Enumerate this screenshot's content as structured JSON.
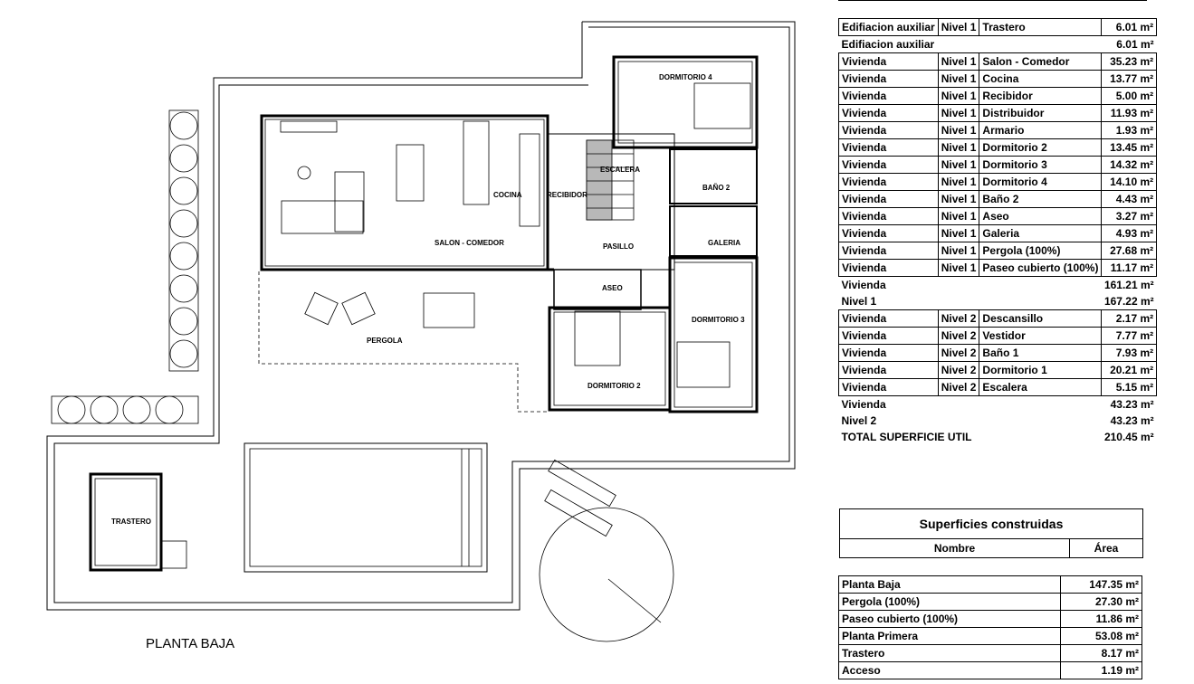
{
  "plan": {
    "title": "PLANTA BAJA",
    "rooms": {
      "dormitorio4": "DORMITORIO 4",
      "cocina": "COCINA",
      "recibidor": "RECIBIDOR",
      "escalera": "ESCALERA",
      "bano2": "BAÑO 2",
      "salon": "SALON - COMEDOR",
      "pasillo": "PASILLO",
      "galeria": "GALERIA",
      "aseo": "ASEO",
      "dormitorio3": "DORMITORIO 3",
      "pergola": "PERGOLA",
      "dormitorio2": "DORMITORIO 2",
      "trastero": "TRASTERO"
    }
  },
  "useful_areas": {
    "rows": [
      {
        "type": "Edifiacion auxiliar",
        "level": "Nivel 1",
        "room": "Trastero",
        "area": "6.01 m²"
      },
      {
        "subtotal": "Edifiacion auxiliar",
        "area": "6.01 m²"
      },
      {
        "type": "Vivienda",
        "level": "Nivel 1",
        "room": "Salon - Comedor",
        "area": "35.23 m²"
      },
      {
        "type": "Vivienda",
        "level": "Nivel 1",
        "room": "Cocina",
        "area": "13.77 m²"
      },
      {
        "type": "Vivienda",
        "level": "Nivel 1",
        "room": "Recibidor",
        "area": "5.00 m²"
      },
      {
        "type": "Vivienda",
        "level": "Nivel 1",
        "room": "Distribuidor",
        "area": "11.93 m²"
      },
      {
        "type": "Vivienda",
        "level": "Nivel 1",
        "room": "Armario",
        "area": "1.93 m²"
      },
      {
        "type": "Vivienda",
        "level": "Nivel 1",
        "room": "Dormitorio 2",
        "area": "13.45 m²"
      },
      {
        "type": "Vivienda",
        "level": "Nivel 1",
        "room": "Dormitorio 3",
        "area": "14.32 m²"
      },
      {
        "type": "Vivienda",
        "level": "Nivel 1",
        "room": "Dormitorio 4",
        "area": "14.10 m²"
      },
      {
        "type": "Vivienda",
        "level": "Nivel 1",
        "room": "Baño 2",
        "area": "4.43 m²"
      },
      {
        "type": "Vivienda",
        "level": "Nivel 1",
        "room": "Aseo",
        "area": "3.27 m²"
      },
      {
        "type": "Vivienda",
        "level": "Nivel 1",
        "room": "Galeria",
        "area": "4.93 m²"
      },
      {
        "type": "Vivienda",
        "level": "Nivel 1",
        "room": "Pergola (100%)",
        "area": "27.68 m²"
      },
      {
        "type": "Vivienda",
        "level": "Nivel 1",
        "room": "Paseo cubierto (100%)",
        "area": "11.17 m²"
      },
      {
        "subtotal": "Vivienda",
        "area": "161.21 m²"
      },
      {
        "subtotal": "Nivel 1",
        "area": "167.22 m²"
      },
      {
        "type": "Vivienda",
        "level": "Nivel 2",
        "room": "Descansillo",
        "area": "2.17 m²"
      },
      {
        "type": "Vivienda",
        "level": "Nivel 2",
        "room": "Vestidor",
        "area": "7.77 m²"
      },
      {
        "type": "Vivienda",
        "level": "Nivel 2",
        "room": "Baño 1",
        "area": "7.93 m²"
      },
      {
        "type": "Vivienda",
        "level": "Nivel 2",
        "room": "Dormitorio 1",
        "area": "20.21 m²"
      },
      {
        "type": "Vivienda",
        "level": "Nivel 2",
        "room": "Escalera",
        "area": "5.15 m²"
      },
      {
        "subtotal": "Vivienda",
        "area": "43.23 m²"
      },
      {
        "subtotal": "Nivel 2",
        "area": "43.23 m²"
      },
      {
        "subtotal": "TOTAL SUPERFICIE UTIL",
        "area": "210.45 m²"
      }
    ]
  },
  "built_areas": {
    "title": "Superficies construidas",
    "col_name": "Nombre",
    "col_area": "Área",
    "rows": [
      {
        "name": "Planta Baja",
        "area": "147.35 m²"
      },
      {
        "name": "Pergola (100%)",
        "area": "27.30 m²"
      },
      {
        "name": "Paseo cubierto (100%)",
        "area": "11.86 m²"
      },
      {
        "name": "Planta Primera",
        "area": "53.08 m²"
      },
      {
        "name": "Trastero",
        "area": "8.17 m²"
      },
      {
        "name": "Acceso",
        "area": "1.19 m²"
      }
    ]
  }
}
